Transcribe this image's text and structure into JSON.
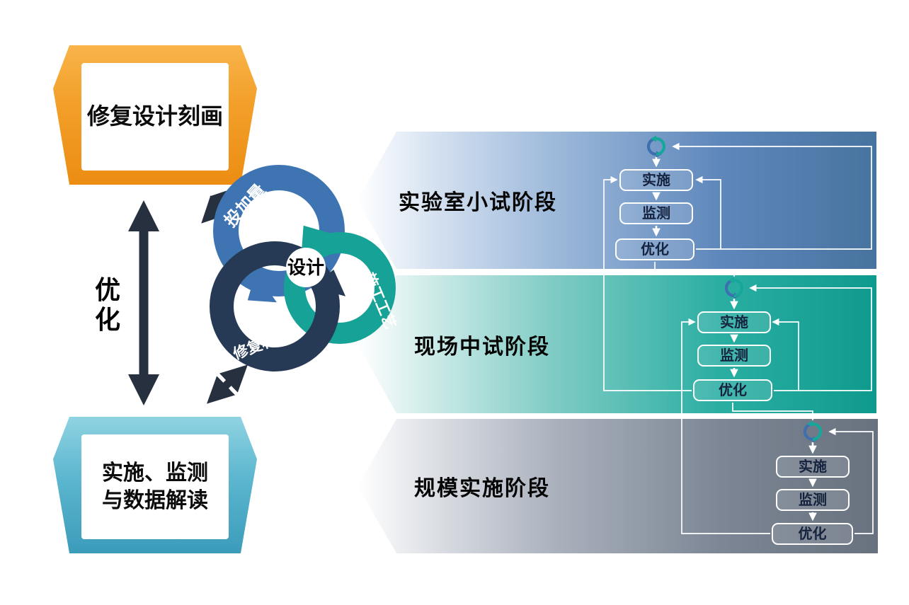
{
  "left_panel": {
    "top_box_label": "修复设计刻画",
    "bottom_box_line1": "实施、监测",
    "bottom_box_line2": "与数据解读",
    "optimize_arrow_label": "优化"
  },
  "cycle_diagram": {
    "center_label": "设计",
    "arc_labels": {
      "dosage": "投加量",
      "process": "施工工艺",
      "material": "修复材料"
    },
    "colors": {
      "dosage": "#3E74B2",
      "process": "#16A296",
      "material": "#273A55"
    }
  },
  "stages": [
    {
      "label": "实验室小试阶段",
      "steps": [
        "实施",
        "监测",
        "优化"
      ],
      "accent": "#4E7CB4"
    },
    {
      "label": "现场中试阶段",
      "steps": [
        "实施",
        "监测",
        "优化"
      ],
      "accent": "#17A79A"
    },
    {
      "label": "规模实施阶段",
      "steps": [
        "实施",
        "监测",
        "优化"
      ],
      "accent": "#6F7987"
    }
  ],
  "colors": {
    "top_box_orange": "#F09C28",
    "bottom_box_teal": "#56B3CC",
    "arrow_dark": "#26303F",
    "stage1_blue": "#4E7CB4",
    "stage2_teal": "#17A79A",
    "stage3_gray": "#6F7987"
  }
}
